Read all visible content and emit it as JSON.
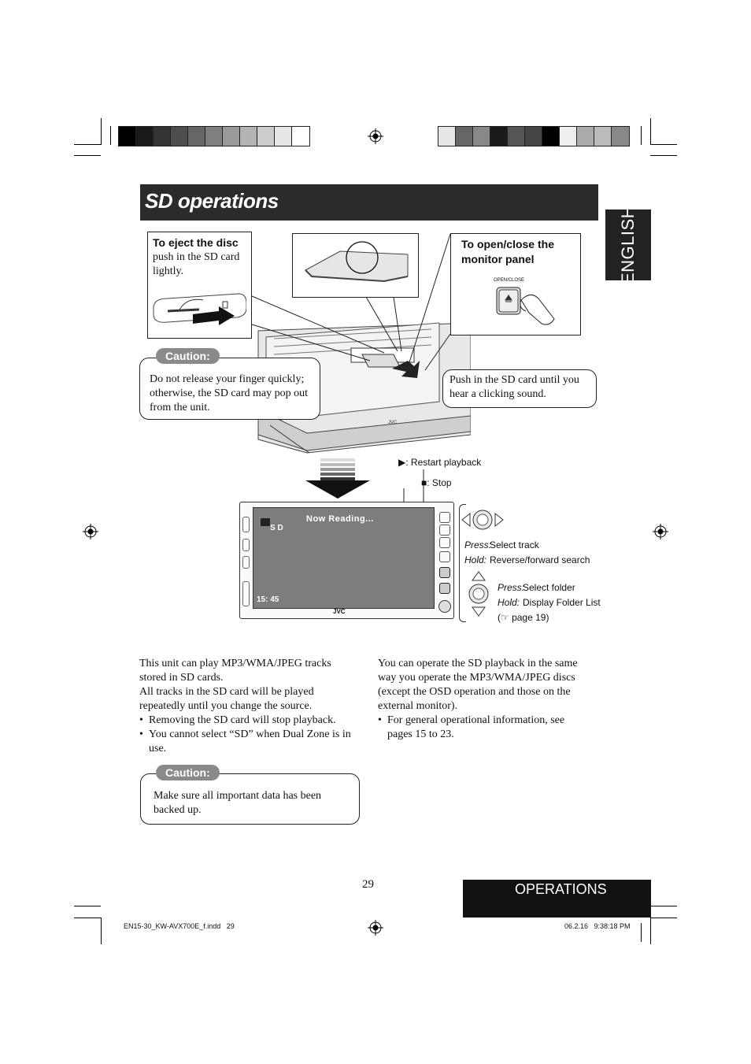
{
  "title": "SD operations",
  "side_tab": "ENGLISH",
  "eject": {
    "heading": "To eject the disc",
    "text": "push in the SD card lightly."
  },
  "open_close": {
    "heading": "To open/close the monitor panel",
    "button_label": "OPEN/CLOSE"
  },
  "caution1": {
    "tag": "Caution:",
    "text": "Do not release your finger quickly; otherwise, the SD card may pop out from the unit."
  },
  "push_in": "Push in the SD card until you hear a clicking sound.",
  "annotations": {
    "restart": "▶: Restart playback",
    "stop": "■: Stop",
    "press1_label": "Press:",
    "press1_value": "Select track",
    "hold1_label": "Hold:",
    "hold1_value": "Reverse/forward search",
    "press2_label": "Press:",
    "press2_value": "Select folder",
    "hold2_label": "Hold:",
    "hold2_value": "Display Folder List",
    "page_ref": "(☞ page 19)"
  },
  "screen": {
    "now_reading": "Now Reading...",
    "source": "S D",
    "time": "15: 45",
    "brand": "JVC"
  },
  "col_left": {
    "p1": "This unit can play MP3/WMA/JPEG tracks stored in SD cards.",
    "p2": "All tracks in the SD card will be played repeatedly until you change the source.",
    "bullets": [
      "Removing the SD card will stop playback.",
      "You cannot select “SD” when Dual Zone is in use."
    ]
  },
  "caution2": {
    "tag": "Caution:",
    "text": "Make sure all important data has been backed up."
  },
  "col_right": {
    "p1": "You can operate the SD playback in the same way you operate the MP3/WMA/JPEG discs (except the OSD operation and those on the external monitor).",
    "bullets": [
      "For general operational information, see pages 15 to 23."
    ]
  },
  "page_number": "29",
  "section_tab": "OPERATIONS",
  "footer": {
    "file": "EN15-30_KW-AVX700E_f.indd   29",
    "date": "06.2.16   9:38:18 PM"
  },
  "colors": {
    "bar_left": [
      "#000000",
      "#1a1a1a",
      "#333333",
      "#4d4d4d",
      "#666666",
      "#808080",
      "#999999",
      "#b3b3b3",
      "#cccccc",
      "#e6e6e6",
      "#ffffff"
    ],
    "bar_right": [
      "#e6e6e6",
      "#666666",
      "#888888",
      "#1a1a1a",
      "#555555",
      "#444444",
      "#000000",
      "#eeeeee",
      "#aaaaaa",
      "#bbbbbb",
      "#888888"
    ]
  }
}
